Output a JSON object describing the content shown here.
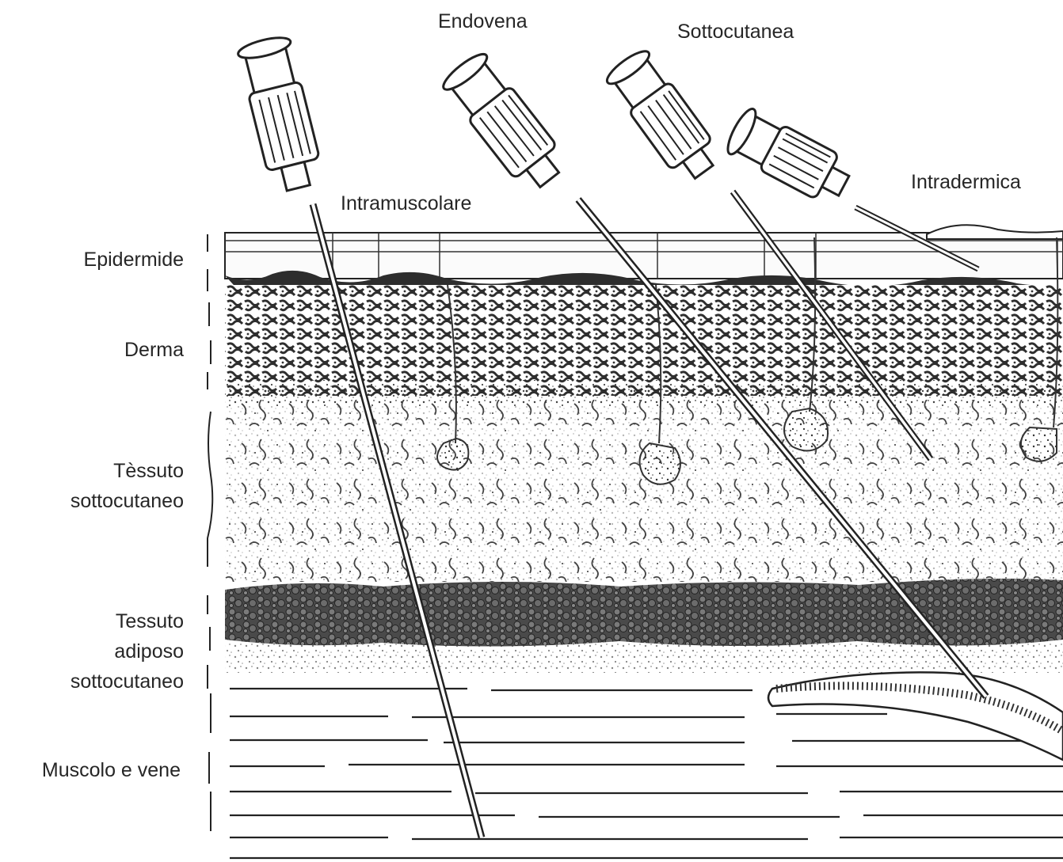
{
  "labels": {
    "needles": {
      "intramuscular": "Intramuscolare",
      "intravenous": "Endovena",
      "subcutaneous": "Sottocutanea",
      "intradermal": "Intradermica"
    },
    "layers": {
      "epidermis": "Epidermide",
      "dermis": "Derma",
      "subcutaneous_tissue_line1": "Tèssuto",
      "subcutaneous_tissue_line2": "sottocutaneo",
      "adipose_line1": "Tessuto",
      "adipose_line2": "adiposo",
      "adipose_line3": "sottocutaneo",
      "muscle": "Muscolo e vene"
    }
  },
  "colors": {
    "ink": "#262626",
    "dermis_dark": "#3a3a3a",
    "paper": "#ffffff"
  }
}
